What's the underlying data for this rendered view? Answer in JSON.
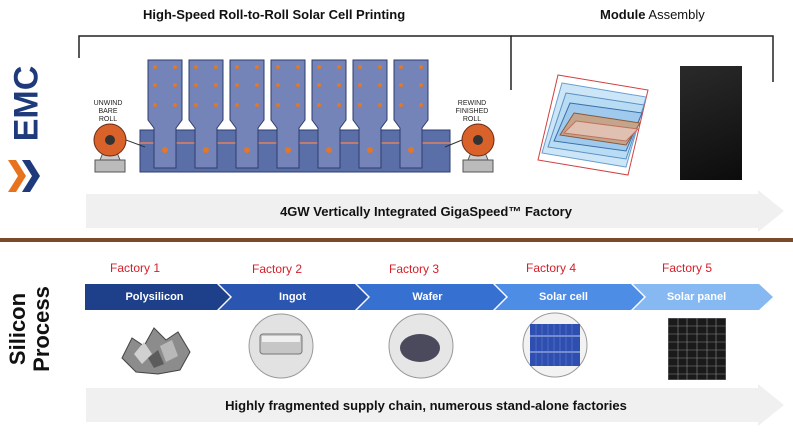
{
  "top": {
    "printing_title": "High-Speed Roll-to-Roll Solar Cell Printing",
    "module_title_bold": "Module",
    "module_title_rest": " Assembly",
    "unwind_label": [
      "UNWIND",
      "BARE",
      "ROLL"
    ],
    "rewind_label": [
      "REWIND",
      "FINISHED",
      "ROLL"
    ],
    "factory_banner": "4GW Vertically Integrated GigaSpeed™ Factory"
  },
  "logo": {
    "text": "EMC"
  },
  "bottom": {
    "side_title": [
      "Silicon",
      "Process"
    ],
    "factories": [
      {
        "factory": "Factory 1",
        "step": "Polysilicon",
        "color": "#1e3f8a"
      },
      {
        "factory": "Factory 2",
        "step": "Ingot",
        "color": "#2a55b0"
      },
      {
        "factory": "Factory 3",
        "step": "Wafer",
        "color": "#3670d0"
      },
      {
        "factory": "Factory 4",
        "step": "Solar cell",
        "color": "#4d8de6"
      },
      {
        "factory": "Factory 5",
        "step": "Solar panel",
        "color": "#86b8f2"
      }
    ],
    "chain_banner": "Highly fragmented supply chain, numerous stand-alone factories"
  },
  "colors": {
    "accent_red": "#d4202a",
    "divider": "#7a4a2a",
    "press_blue": "#6f7bb0",
    "logo_orange": "#e8731f",
    "logo_navy": "#1f3a7a"
  }
}
